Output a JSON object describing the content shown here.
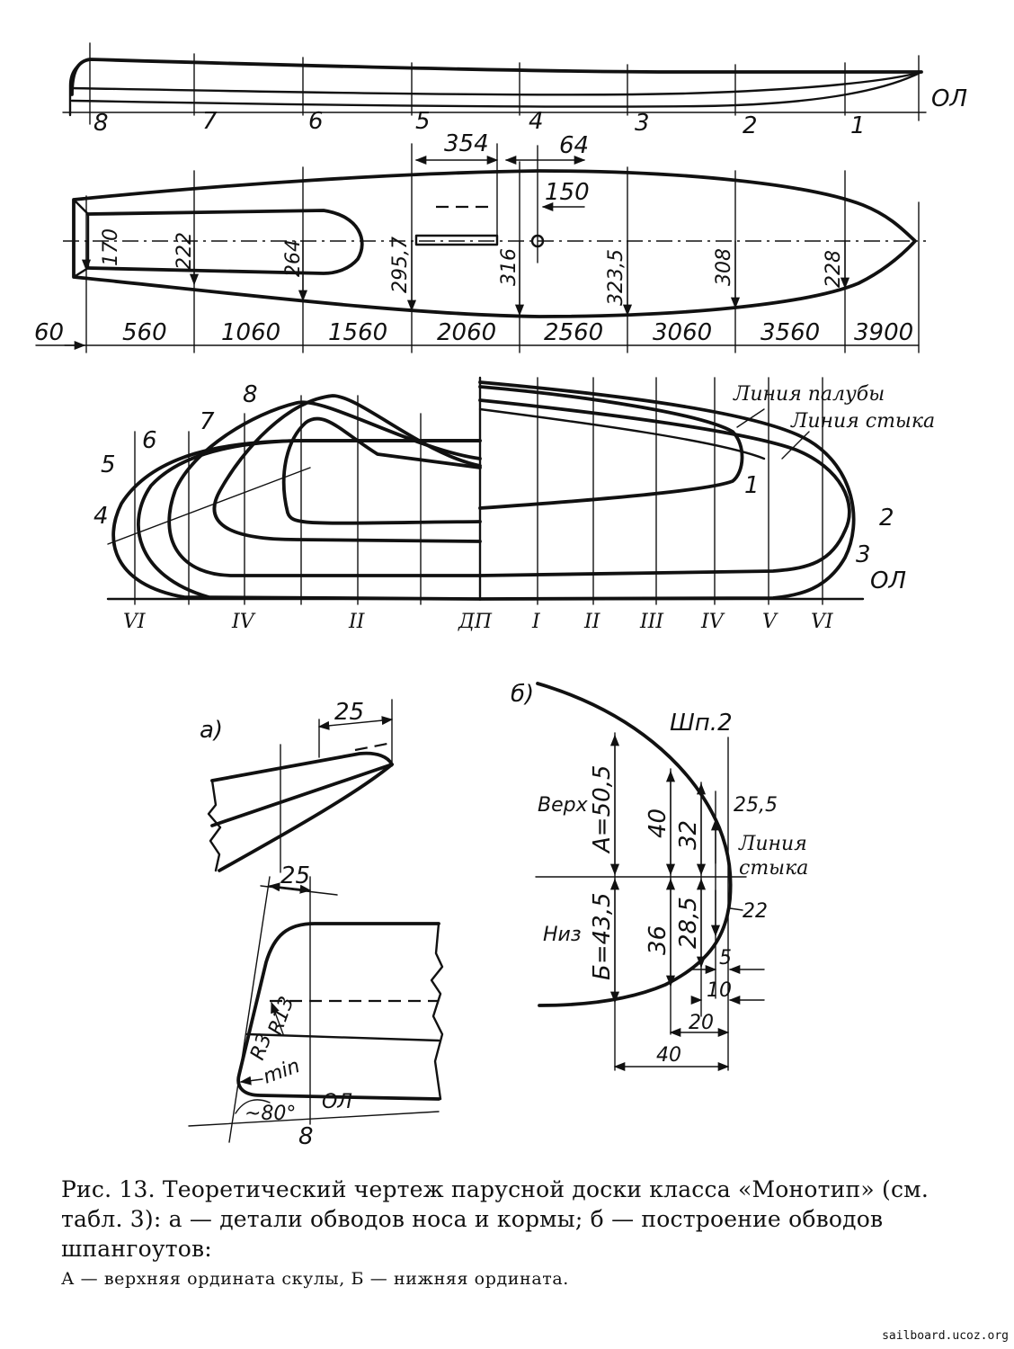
{
  "side_view": {
    "station_numbers": [
      "8",
      "7",
      "6",
      "5",
      "4",
      "3",
      "2",
      "1"
    ],
    "baseline_label": "ОЛ"
  },
  "plan_view": {
    "top_dims": [
      "354",
      "64",
      "150"
    ],
    "half_breadths": [
      "170",
      "222",
      "264",
      "295,7",
      "316",
      "323,5",
      "308",
      "228"
    ],
    "stations_mm": [
      "60",
      "560",
      "1060",
      "1560",
      "2060",
      "2560",
      "3060",
      "3560",
      "3900"
    ]
  },
  "body_plan": {
    "left_numbers": [
      "8",
      "7",
      "6",
      "5",
      "4"
    ],
    "right_numbers": [
      "1",
      "2",
      "3"
    ],
    "deck_line_label": "Линия палубы",
    "joint_line_label": "Линия стыка",
    "baseline_label": "ОЛ",
    "buttocks": [
      "VI",
      "IV",
      "II",
      "ДП",
      "I",
      "II",
      "III",
      "IV",
      "V",
      "VI"
    ]
  },
  "detail_a": {
    "label": "а)",
    "dim_top": "25",
    "dim_lower": "25",
    "radius_1": "R13",
    "radius_2": "R3",
    "radius_2_note": "min",
    "angle": "~80°",
    "baseline_label": "ОЛ",
    "station": "8"
  },
  "detail_b": {
    "label": "б)",
    "frame_label": "Шп.2",
    "top_label": "Верх",
    "bottom_label": "Низ",
    "upper_ordinate": "А=50,5",
    "lower_ordinate": "Б=43,5",
    "upper_values": [
      "40",
      "32",
      "25,5"
    ],
    "lower_values": [
      "36",
      "28,5",
      "22"
    ],
    "joint_label_1": "Линия",
    "joint_label_2": "стыка",
    "bottom_dims": [
      "5",
      "10",
      "20",
      "40"
    ]
  },
  "caption": {
    "line1": "Рис. 13. Теоретический чертеж парусной доски класса «Монотип» (см. табл. 3): а — детали обводов носа и кормы; б — построение обводов шпангоутов:",
    "line2": "А — верхняя ордината скулы, Б — нижняя ордината."
  },
  "watermark": "sailboard.ucoz.org"
}
